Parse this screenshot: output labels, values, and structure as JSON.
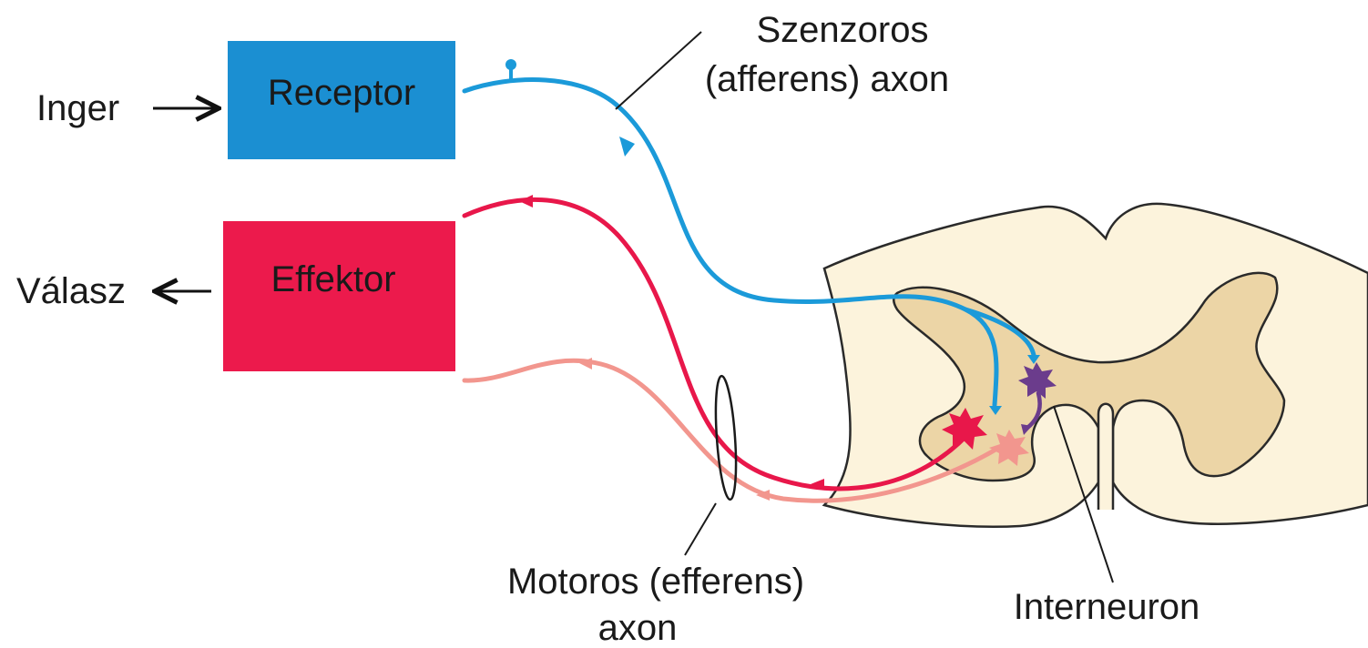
{
  "labels": {
    "stimulus": "Inger",
    "receptor": "Receptor",
    "effector": "Effektor",
    "response": "Válasz",
    "sensory_line1": "Szenzoros",
    "sensory_line2": "(afferens) axon",
    "motor_line1": "Motoros (efferens)",
    "motor_line2": "axon",
    "interneuron": "Interneuron"
  },
  "colors": {
    "receptor_box": "#1b8fd2",
    "effector_box": "#ec1a4c",
    "sensory_axon": "#1b9ad9",
    "motor_axon": "#e8174a",
    "motor_axon_light": "#f2968e",
    "interneuron": "#6b3c8c",
    "spinal_white_matter": "#fcf3dc",
    "spinal_grey_matter": "#ecd5a6"
  }
}
